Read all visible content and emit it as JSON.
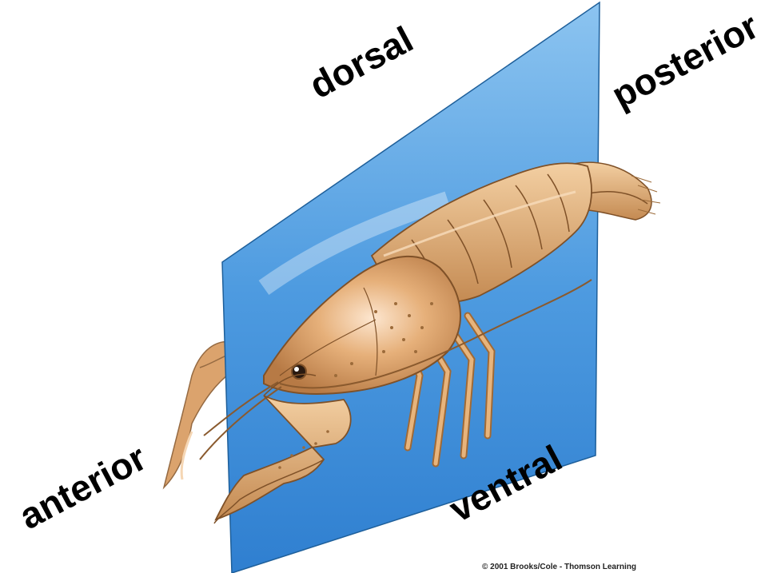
{
  "labels": {
    "dorsal": "dorsal",
    "posterior": "posterior",
    "anterior": "anterior",
    "ventral": "ventral"
  },
  "copyright": "© 2001 Brooks/Cole - Thomson Learning",
  "colors": {
    "plane_top": "#6fb0e6",
    "plane_bottom": "#2f7fd0",
    "body": "#e8b277",
    "body_dark": "#b67a43",
    "label_text": "#000000"
  },
  "icons": {
    "plane": "sagittal-plane",
    "animal": "crayfish"
  }
}
